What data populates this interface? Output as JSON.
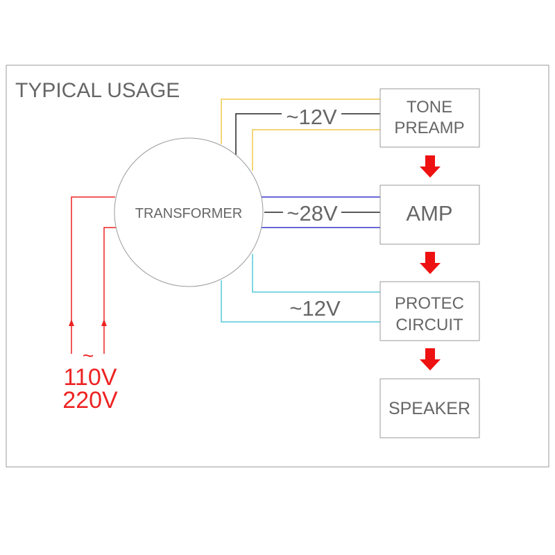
{
  "title": "TYPICAL USAGE",
  "transformer": {
    "label": "TRANSFORMER"
  },
  "blocks": {
    "tone_preamp": {
      "line1": "TONE",
      "line2": "PREAMP"
    },
    "amp": {
      "label": "AMP"
    },
    "protect": {
      "line1": "PROTEC",
      "line2": "CIRCUIT"
    },
    "speaker": {
      "label": "SPEAKER"
    }
  },
  "voltages": {
    "v1": "~12V",
    "v2": "~28V",
    "v3": "~12V"
  },
  "mains": {
    "symbol": "~",
    "line1": "110V",
    "line2": "220V"
  },
  "colors": {
    "yellow_wire": "#f2c84b",
    "black_wire": "#222222",
    "blue_wire": "#3535c8",
    "cyan_wire": "#55c8dc",
    "red_wire": "#ee2222",
    "box_border": "#9a9a9a",
    "text": "#666666"
  }
}
